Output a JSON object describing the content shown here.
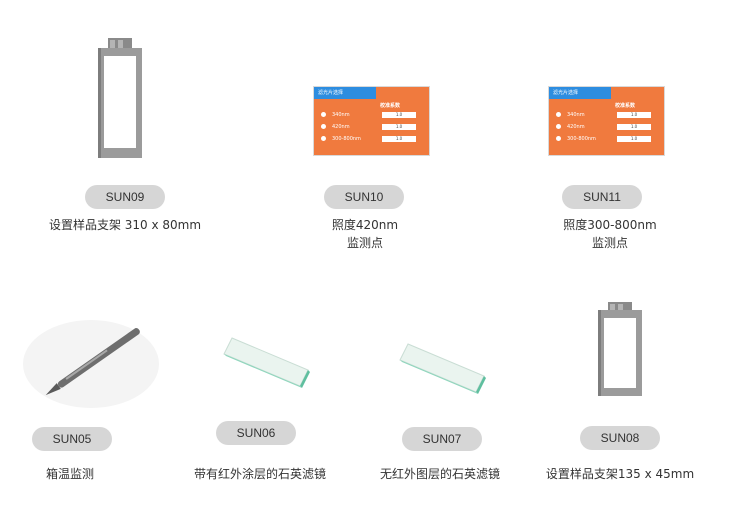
{
  "items": [
    {
      "code": "SUN09",
      "caption_lines": [
        "设置样品支架 310 x 80mm"
      ]
    },
    {
      "code": "SUN10",
      "caption_lines": [
        "照度420nm",
        "监测点"
      ],
      "panel": {
        "title": "滤光片选择",
        "header": "校准系数",
        "rows": [
          {
            "label": "340nm",
            "value": "1.0"
          },
          {
            "label": "420nm",
            "value": "1.0"
          },
          {
            "label": "300-800nm",
            "value": "1.0"
          }
        ]
      }
    },
    {
      "code": "SUN11",
      "caption_lines": [
        "照度300-800nm",
        "监测点"
      ],
      "panel": {
        "title": "滤光片选择",
        "header": "校准系数",
        "rows": [
          {
            "label": "340nm",
            "value": "1.0"
          },
          {
            "label": "420nm",
            "value": "1.0"
          },
          {
            "label": "300-800nm",
            "value": "1.0"
          }
        ]
      }
    },
    {
      "code": "SUN05",
      "caption_lines": [
        "箱温监测"
      ]
    },
    {
      "code": "SUN06",
      "caption_lines": [
        "带有红外涂层的石英滤镜"
      ]
    },
    {
      "code": "SUN07",
      "caption_lines": [
        "无红外图层的石英滤镜"
      ]
    },
    {
      "code": "SUN08",
      "caption_lines": [
        "设置样品支架135 x 45mm"
      ]
    }
  ]
}
